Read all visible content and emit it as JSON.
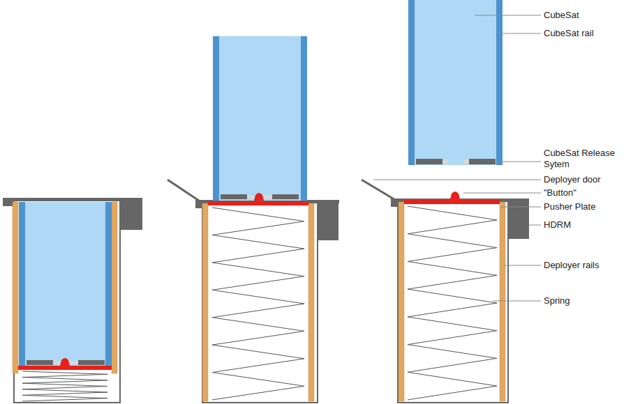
{
  "diagram": {
    "labels": [
      "CubeSat",
      "CubeSat rail",
      "CubeSat Release Sytem",
      "Deployer door",
      "\"Button\"",
      "Pusher Plate",
      "HDRM",
      "Deployer rails",
      "Spring"
    ]
  }
}
